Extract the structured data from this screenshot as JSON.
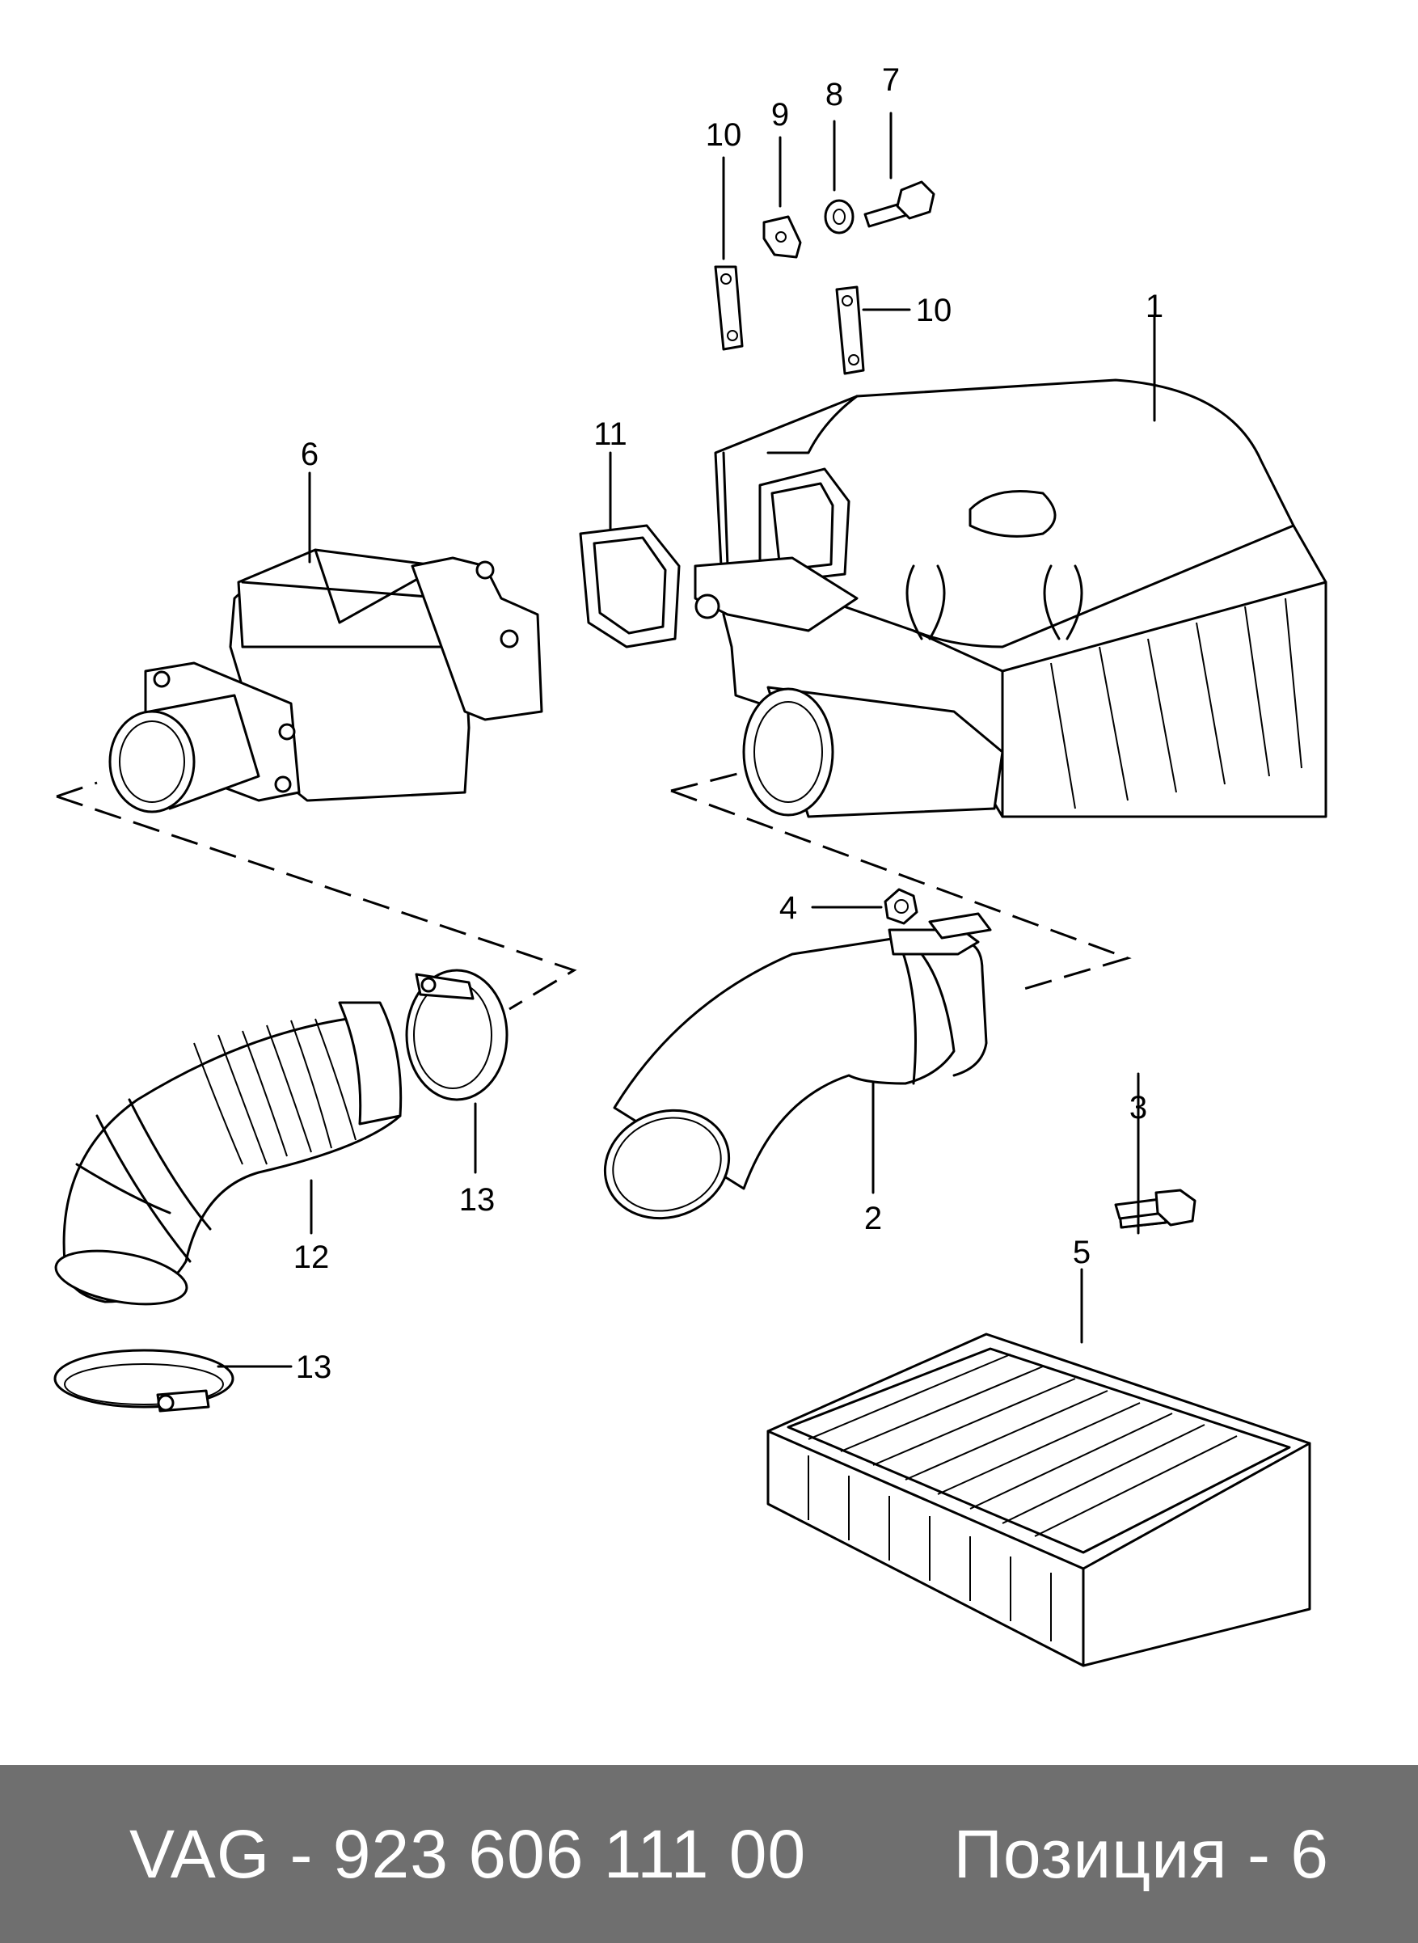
{
  "callouts": {
    "c1": "1",
    "c2": "2",
    "c3": "3",
    "c4": "4",
    "c5": "5",
    "c6": "6",
    "c7": "7",
    "c8": "8",
    "c9": "9",
    "c10a": "10",
    "c10b": "10",
    "c11": "11",
    "c12": "12",
    "c13a": "13",
    "c13b": "13"
  },
  "footer": {
    "part_number": "VAG - 923 606 111 00",
    "position": "Позиция - 6"
  },
  "colors": {
    "footer_bg": "#6f6f6f",
    "footer_text": "#ffffff",
    "line": "#000000"
  }
}
